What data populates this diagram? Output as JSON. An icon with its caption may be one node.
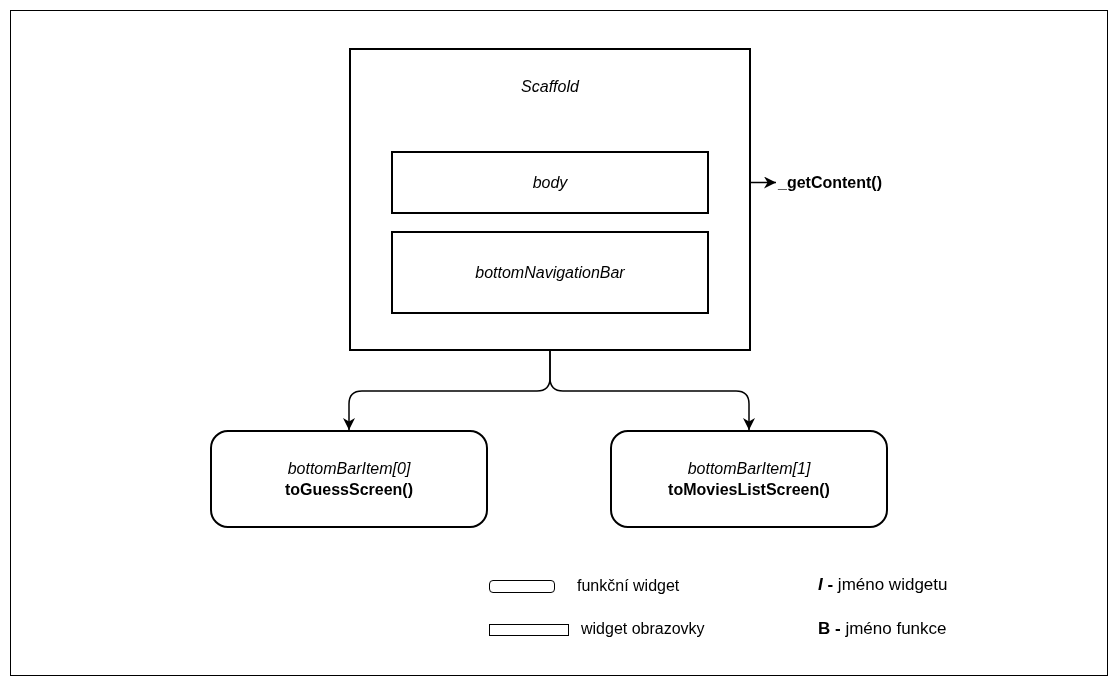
{
  "diagram": {
    "nodes": [
      {
        "text": [
          "Scaffold"
        ]
      },
      {
        "text": [
          "body"
        ],
        "in": 0
      },
      {
        "text": [
          "bottomNavigationBar"
        ],
        "in": 0
      },
      {
        "text": [
          "_getContent()"
        ]
      },
      {
        "text": [
          "bottomBarItem[0]",
          "toGuessScreen()"
        ]
      },
      {
        "text": [
          "bottomBarItem[1]",
          "toMoviesListScreen()"
        ]
      }
    ],
    "edges": [
      {
        "from": 1,
        "to": 3,
        "arrow": "to"
      },
      {
        "from": 2,
        "to": 4,
        "arrow": "to"
      },
      {
        "from": 2,
        "to": 5,
        "arrow": "to"
      }
    ],
    "labels": [
      "***I* -** jméno widgetu",
      "**B -** jméno funkce"
    ],
    "legend": [
      {
        "text": "funkční widget"
      },
      {
        "text": "widget obrazovky"
      }
    ]
  }
}
